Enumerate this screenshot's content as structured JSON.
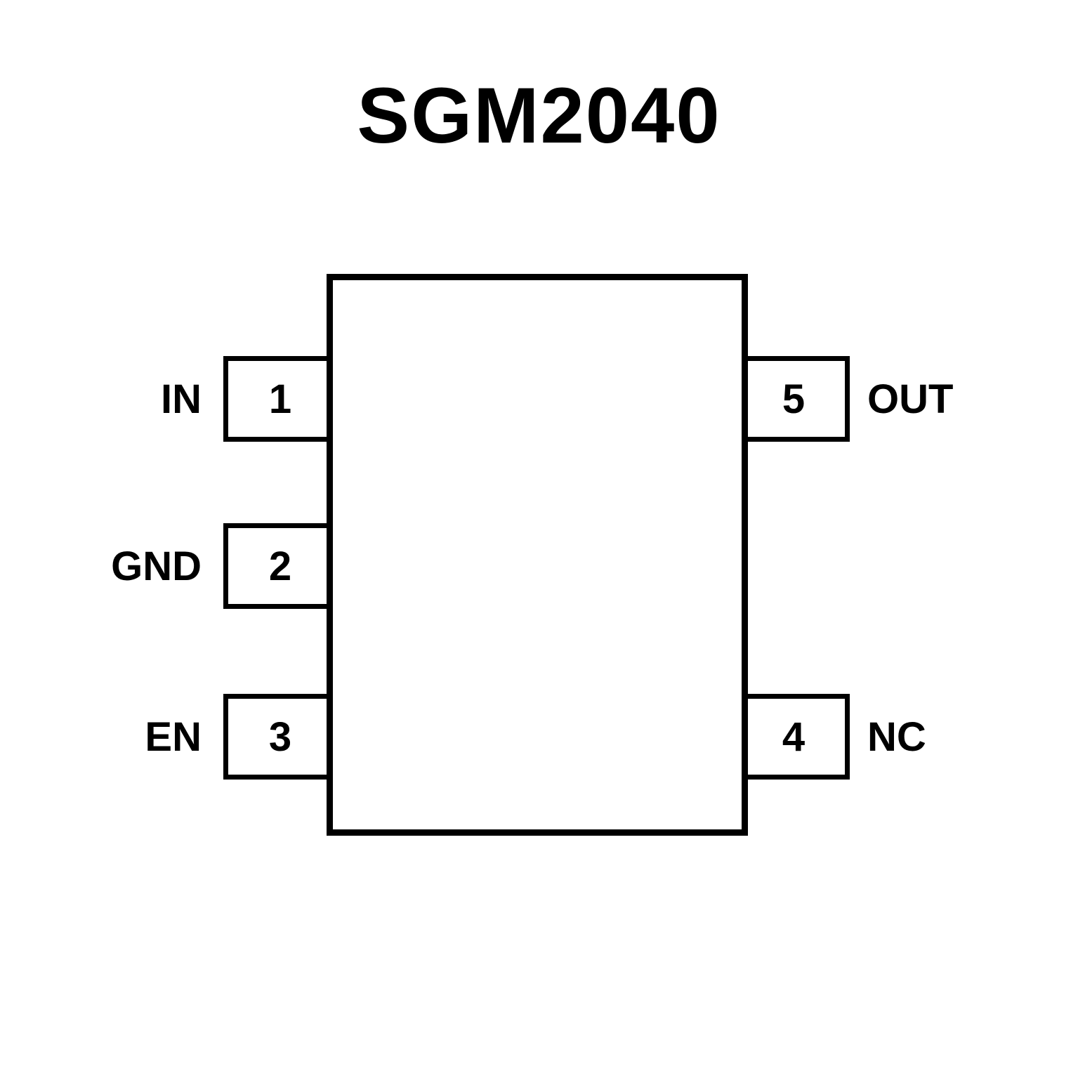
{
  "title": "SGM2040",
  "pins": {
    "left": [
      {
        "number": "1",
        "label": "IN"
      },
      {
        "number": "2",
        "label": "GND"
      },
      {
        "number": "3",
        "label": "EN"
      }
    ],
    "right": [
      {
        "number": "5",
        "label": "OUT"
      },
      {
        "number": "4",
        "label": "NC"
      }
    ]
  }
}
